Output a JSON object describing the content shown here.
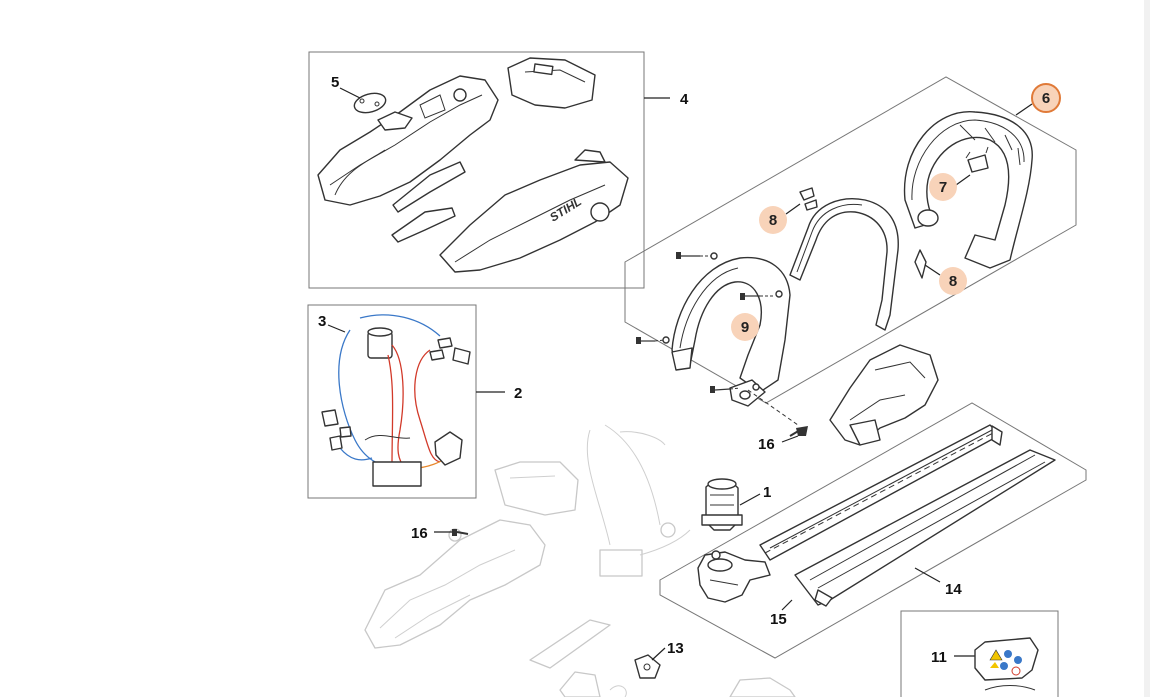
{
  "callouts": {
    "c1": "1",
    "c2": "2",
    "c3": "3",
    "c4": "4",
    "c5": "5",
    "c6": "6",
    "c7": "7",
    "c8a": "8",
    "c8b": "8",
    "c9": "9",
    "c11": "11",
    "c13": "13",
    "c14": "14",
    "c15": "15",
    "c16a": "16",
    "c16b": "16"
  },
  "logo": "STIHL",
  "colors": {
    "hotspot_fill": "#f8d3b9",
    "hotspot_active_ring": "#e07a38",
    "wire_blue": "#3a78c8",
    "wire_red": "#d23a2a",
    "wire_orange": "#e8892e"
  }
}
